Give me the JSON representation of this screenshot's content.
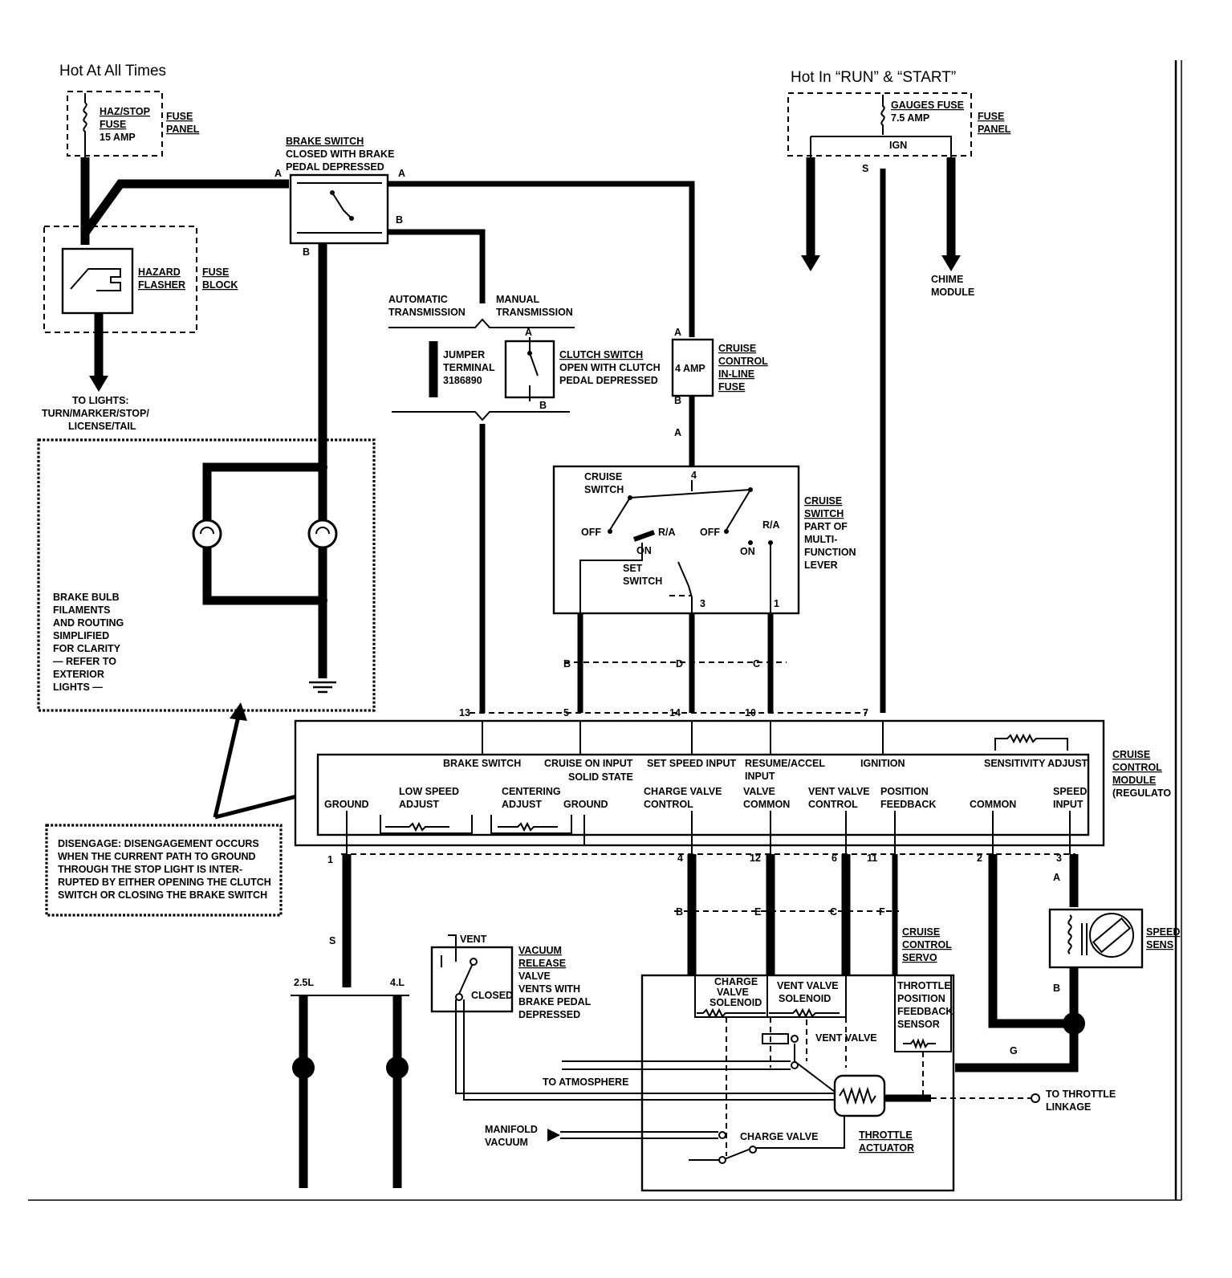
{
  "supply": {
    "hot_at_all_times": "Hot At All Times",
    "hot_in_run_start": "Hot In “RUN” & “START”"
  },
  "fuses": {
    "haz_stop": [
      "HAZ/STOP",
      "FUSE",
      "15 AMP"
    ],
    "fuse_panel_left": [
      "FUSE",
      "PANEL"
    ],
    "gauges": [
      "GAUGES FUSE",
      "7.5 AMP"
    ],
    "ign": "IGN",
    "fuse_panel_right": [
      "FUSE",
      "PANEL"
    ],
    "cruise_inline": [
      "CRUISE",
      "CONTROL",
      "IN-LINE",
      "FUSE"
    ],
    "cruise_inline_rating": "4 AMP"
  },
  "hazard": {
    "flasher": [
      "HAZARD",
      "FLASHER"
    ],
    "fuse_block": [
      "FUSE",
      "BLOCK"
    ],
    "to_lights": [
      "TO LIGHTS:",
      "TURN/MARKER/STOP/",
      "LICENSE/TAIL"
    ]
  },
  "brake_switch": {
    "title": "BRAKE SWITCH",
    "desc": [
      "CLOSED WITH BRAKE",
      "PEDAL DEPRESSED"
    ]
  },
  "transmission": {
    "automatic": [
      "AUTOMATIC",
      "TRANSMISSION"
    ],
    "manual": [
      "MANUAL",
      "TRANSMISSION"
    ],
    "jumper": [
      "JUMPER",
      "TERMINAL",
      "3186890"
    ],
    "clutch_title": "CLUTCH SWITCH",
    "clutch_desc": [
      "OPEN WITH CLUTCH",
      "PEDAL DEPRESSED"
    ]
  },
  "chime": [
    "CHIME",
    "MODULE"
  ],
  "brake_note": [
    "BRAKE BULB",
    "FILAMENTS",
    "AND ROUTING",
    "SIMPLIFIED",
    "FOR CLARITY",
    "— REFER TO",
    "EXTERIOR",
    "LIGHTS —"
  ],
  "disengage_note": [
    "DISENGAGE: DISENGAGEMENT OCCURS",
    "WHEN THE CURRENT PATH TO GROUND",
    "THROUGH THE STOP LIGHT IS INTER-",
    "RUPTED BY EITHER OPENING THE CLUTCH",
    "SWITCH OR CLOSING THE BRAKE SWITCH"
  ],
  "cruise_switch": {
    "label": [
      "CRUISE",
      "SWITCH"
    ],
    "off": "OFF",
    "ra": "R/A",
    "on": "ON",
    "set": [
      "SET",
      "SWITCH"
    ],
    "side": [
      "CRUISE",
      "SWITCH"
    ],
    "side_desc": [
      "PART OF",
      "MULTI-",
      "FUNCTION",
      "LEVER"
    ]
  },
  "module": {
    "title": [
      "CRUISE",
      "CONTROL",
      "MODULE"
    ],
    "subtitle": "(REGULATO",
    "row1": {
      "brake_switch": "BRAKE SWITCH",
      "cruise_on": [
        "CRUISE ON INPUT",
        "SOLID STATE"
      ],
      "set_speed": "SET SPEED INPUT",
      "resume": [
        "RESUME/ACCEL",
        "INPUT"
      ],
      "ignition": "IGNITION",
      "sensitivity": "SENSITIVITY ADJUST"
    },
    "row2": {
      "ground1": "GROUND",
      "low_speed": [
        "LOW SPEED",
        "ADJUST"
      ],
      "centering": [
        "CENTERING",
        "ADJUST"
      ],
      "ground2": "GROUND",
      "charge": [
        "CHARGE VALVE",
        "CONTROL"
      ],
      "valve_common": [
        "VALVE",
        "COMMON"
      ],
      "vent_control": [
        "VENT VALVE",
        "CONTROL"
      ],
      "position": [
        "POSITION",
        "FEEDBACK"
      ],
      "common": "COMMON",
      "speed_input": [
        "SPEED",
        "INPUT"
      ]
    }
  },
  "pins": {
    "top": [
      "13",
      "5",
      "14",
      "10",
      "7"
    ],
    "bottom": [
      "1",
      "4",
      "12",
      "6",
      "11",
      "2",
      "3"
    ],
    "switch": [
      "4",
      "3",
      "1"
    ],
    "ign_s": "S"
  },
  "connectors": {
    "A": "A",
    "B": "B",
    "C": "C",
    "D": "D",
    "E": "E",
    "F": "F",
    "G": "G",
    "S": "S"
  },
  "ground_split": {
    "left": "2.5L",
    "right": "4.L"
  },
  "vacuum_release": {
    "vent": "VENT",
    "closed": "CLOSED",
    "title": [
      "VACUUM",
      "RELEASE"
    ],
    "desc": [
      "VALVE",
      "VENTS WITH",
      "BRAKE PEDAL",
      "DEPRESSED"
    ]
  },
  "servo": {
    "label": [
      "CRUISE",
      "CONTROL",
      "SERVO"
    ],
    "charge_solenoid": [
      "CHARGE",
      "VALVE",
      "SOLENOID"
    ],
    "vent_solenoid": [
      "VENT VALVE",
      "SOLENOID"
    ],
    "tps": [
      "THROTTLE",
      "POSITION",
      "FEEDBACK",
      "SENSOR"
    ],
    "vent_valve": "VENT VALVE",
    "to_atmosphere": "TO ATMOSPHERE",
    "manifold": [
      "MANIFOLD",
      "VACUUM"
    ],
    "charge_valve": "CHARGE VALVE",
    "actuator": [
      "THROTTLE",
      "ACTUATOR"
    ],
    "linkage": [
      "TO THROTTLE",
      "LINKAGE"
    ]
  },
  "speed_sensor": [
    "SPEED",
    "SENS"
  ]
}
